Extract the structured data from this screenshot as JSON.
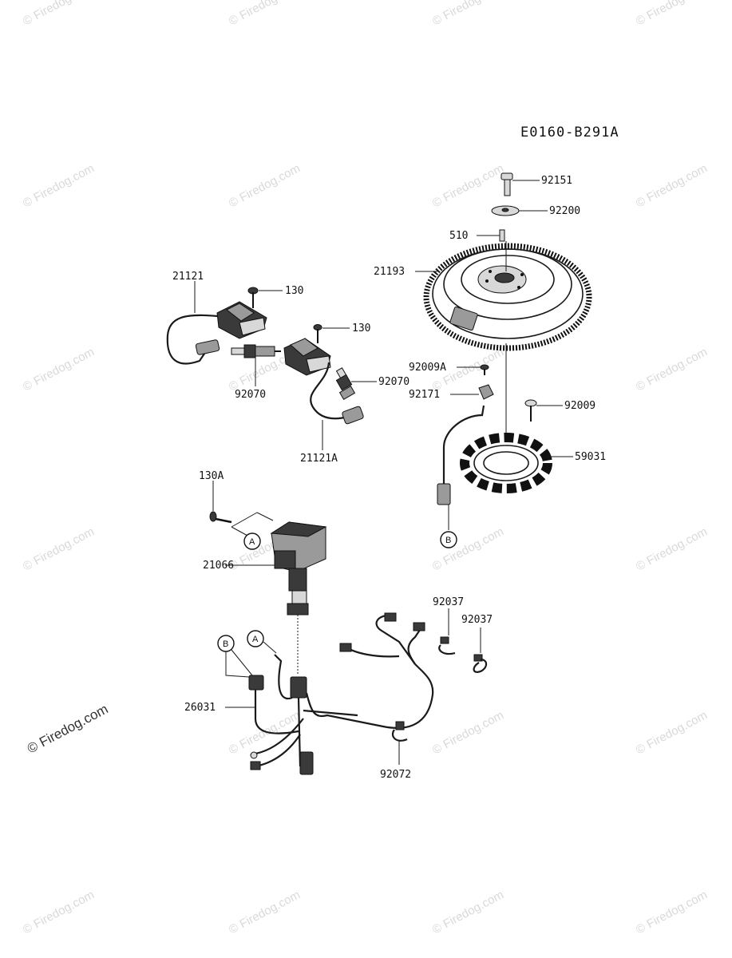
{
  "diagram_code": "E0160-B291A",
  "watermark": "© Firedog.com",
  "callouts": {
    "a": "A",
    "b": "B"
  },
  "labels": {
    "p92151": "92151",
    "p92200": "92200",
    "p510": "510",
    "p21193": "21193",
    "p21121": "21121",
    "p130_top": "130",
    "p130_mid": "130",
    "p92070_left": "92070",
    "p92070_right": "92070",
    "p21121A": "21121A",
    "p92009A": "92009A",
    "p92171": "92171",
    "p92009": "92009",
    "p59031": "59031",
    "p130A": "130A",
    "p21066": "21066",
    "p92037_a": "92037",
    "p92037_b": "92037",
    "p26031": "26031",
    "p92072": "92072"
  }
}
